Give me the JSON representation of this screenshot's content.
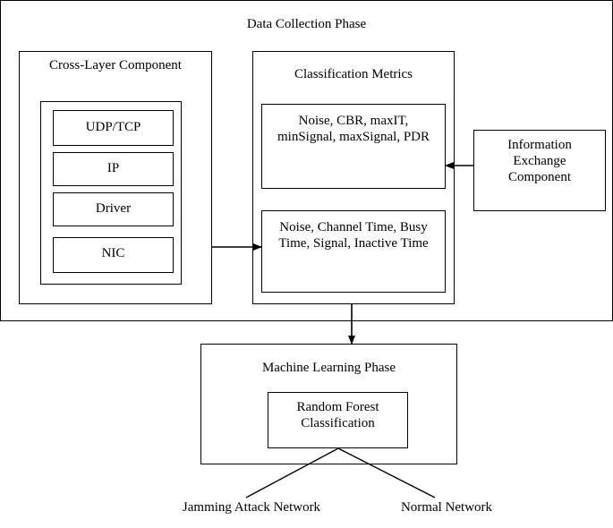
{
  "data_collection_phase": {
    "title": "Data Collection Phase",
    "cross_layer": {
      "title": "Cross-Layer Component",
      "layers": [
        "UDP/TCP",
        "IP",
        "Driver",
        "NIC"
      ]
    },
    "classification_metrics": {
      "title": "Classification Metrics",
      "metric_set_1": [
        "Noise, CBR, maxIT,",
        "minSignal, maxSignal, PDR"
      ],
      "metric_set_2": [
        "Noise, Channel Time, Busy",
        "Time, Signal, Inactive Time"
      ]
    },
    "information_exchange": {
      "lines": [
        "Information",
        "Exchange",
        "Component"
      ]
    }
  },
  "machine_learning_phase": {
    "title": "Machine Learning Phase",
    "classifier": [
      "Random Forest",
      "Classification"
    ]
  },
  "outputs": {
    "jamming": "Jamming Attack Network",
    "normal": "Normal Network"
  }
}
